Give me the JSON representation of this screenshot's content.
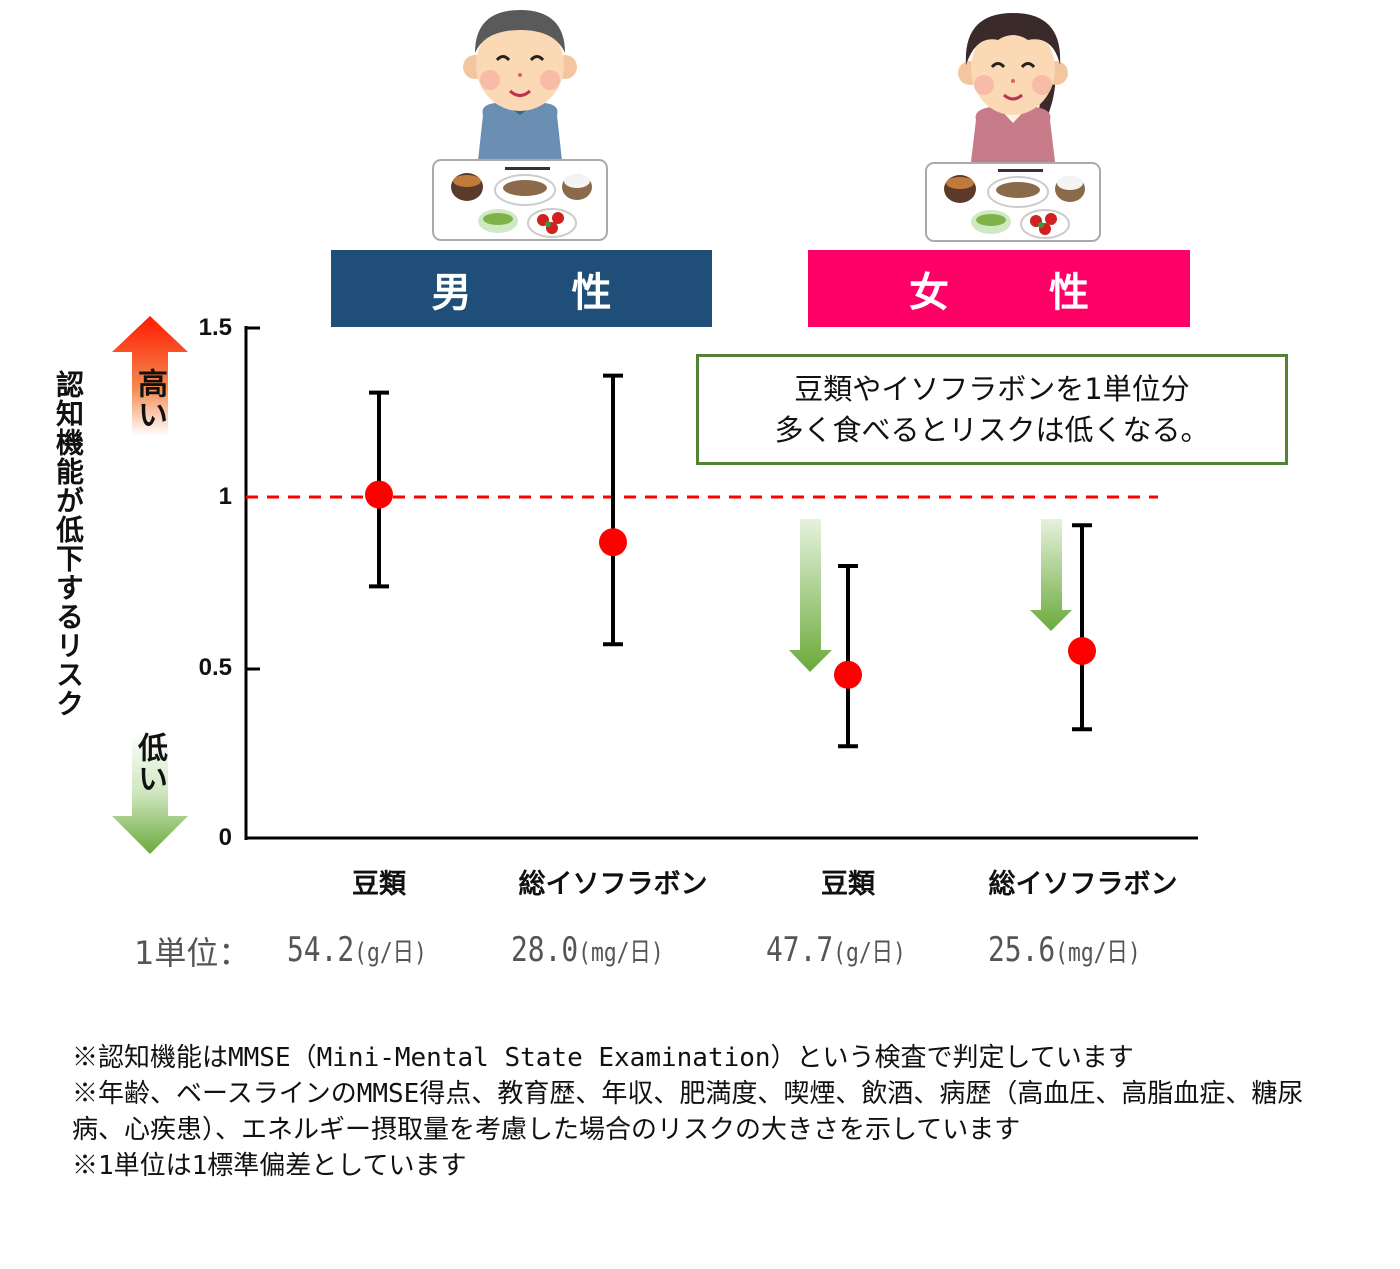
{
  "header": {
    "groups": [
      {
        "label_chars": [
          "男",
          "性"
        ],
        "label": "男 性",
        "color": "#1f4e79",
        "shirt_color": "#6b8fb3",
        "hair_color": "#555555"
      },
      {
        "label_chars": [
          "女",
          "性"
        ],
        "label": "女 性",
        "color": "#ff0066",
        "shirt_color": "#c77a87",
        "hair_color": "#3a2a2a"
      }
    ]
  },
  "y_axis": {
    "title": "認知機能が低下するリスク",
    "high_label": "高い",
    "low_label": "低い",
    "ticks": [
      "1.5",
      "1",
      "0.5",
      "0"
    ]
  },
  "annotation": {
    "line1": "豆類やイソフラボンを1単位分",
    "line2": "多く食べるとリスクは低くなる。",
    "border_color": "#548235"
  },
  "categories": [
    {
      "label": "豆類",
      "unit_value": "54.2",
      "unit": "(g/日)"
    },
    {
      "label": "総イソフラボン",
      "unit_value": "28.0",
      "unit": "(mg/日)"
    },
    {
      "label": "豆類",
      "unit_value": "47.7",
      "unit": "(g/日)"
    },
    {
      "label": "総イソフラボン",
      "unit_value": "25.6",
      "unit": "(mg/日)"
    }
  ],
  "unit_row_label": "1単位：",
  "footnotes": [
    "※認知機能はMMSE（Mini-Mental State Examination）という検査で判定しています",
    "※年齢、ベースラインのMMSE得点、教育歴、年収、肥満度、喫煙、飲酒、病歴（高血圧、高脂血症、糖尿病、心疾患）、エネルギー摂取量を考慮した場合のリスクの大きさを示しています",
    "※1単位は1標準偏差としています"
  ],
  "colors": {
    "point": "#ff0000",
    "reference_line": "#ff0000",
    "error_bar": "#000000",
    "arrow_up_top": "#ff2200",
    "arrow_down_bottom": "#6aaa3a"
  },
  "chart_data": {
    "type": "scatter",
    "subtype": "point-estimate-with-confidence-interval",
    "title": "",
    "ylabel": "認知機能が低下するリスク",
    "xlabel": "",
    "ylim": [
      0,
      1.5
    ],
    "yticks": [
      0,
      0.5,
      1,
      1.5
    ],
    "reference_line": 1,
    "grid": false,
    "groups": [
      "男性",
      "男性",
      "女性",
      "女性"
    ],
    "categories": [
      "豆類",
      "総イソフラボン",
      "豆類",
      "総イソフラボン"
    ],
    "series": [
      {
        "name": "odds_ratio",
        "values": [
          1.01,
          0.87,
          0.48,
          0.55
        ]
      },
      {
        "name": "ci_lower",
        "values": [
          0.74,
          0.57,
          0.27,
          0.32
        ]
      },
      {
        "name": "ci_upper",
        "values": [
          1.31,
          1.36,
          0.8,
          0.92
        ]
      }
    ],
    "unit_per_category": [
      "54.2(g/日)",
      "28.0(mg/日)",
      "47.7(g/日)",
      "25.6(mg/日)"
    ],
    "annotations": [
      "豆類やイソフラボンを1単位分多く食べるとリスクは低くなる。"
    ],
    "highlight_decrease": [
      false,
      false,
      true,
      true
    ]
  }
}
